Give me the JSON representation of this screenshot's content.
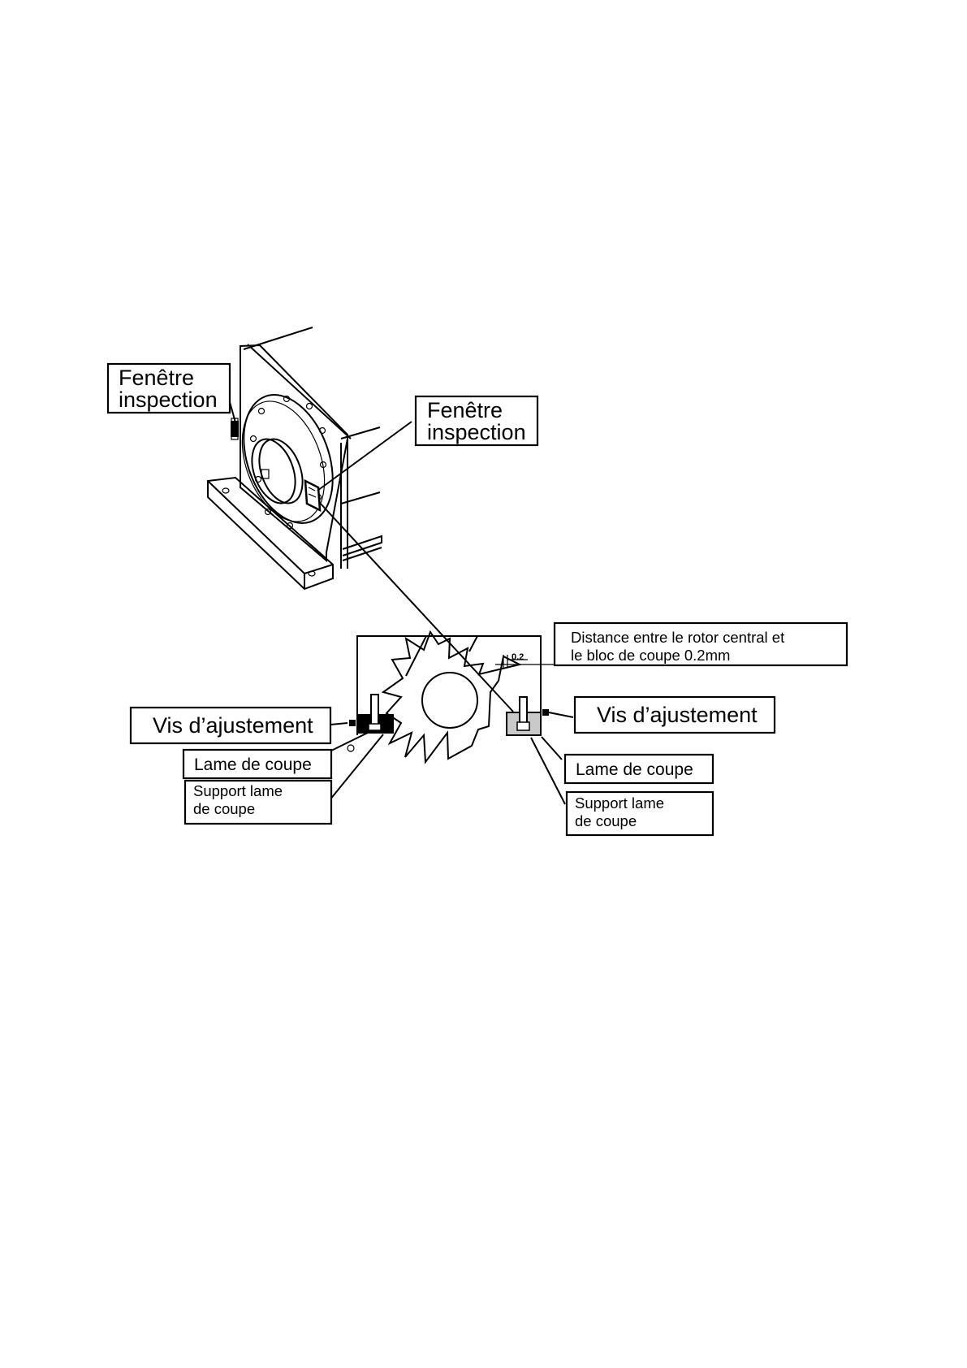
{
  "labels": {
    "window_left": {
      "line1": "Fenêtre",
      "line2": "inspection"
    },
    "window_right": {
      "line1": "Fenêtre",
      "line2": "inspection"
    },
    "distance_note": {
      "line1": "Distance entre le rotor central et",
      "line2": "le bloc de coupe 0.2mm"
    },
    "dimension_value": "0.2",
    "screw_left": "Vis d’ajustement",
    "screw_right": "Vis d’ajustement",
    "blade_left": "Lame de coupe",
    "blade_right": "Lame de coupe",
    "holder_left": {
      "line1": "Support lame",
      "line2": "de coupe"
    },
    "holder_right": {
      "line1": "Support lame",
      "line2": "de coupe"
    }
  }
}
